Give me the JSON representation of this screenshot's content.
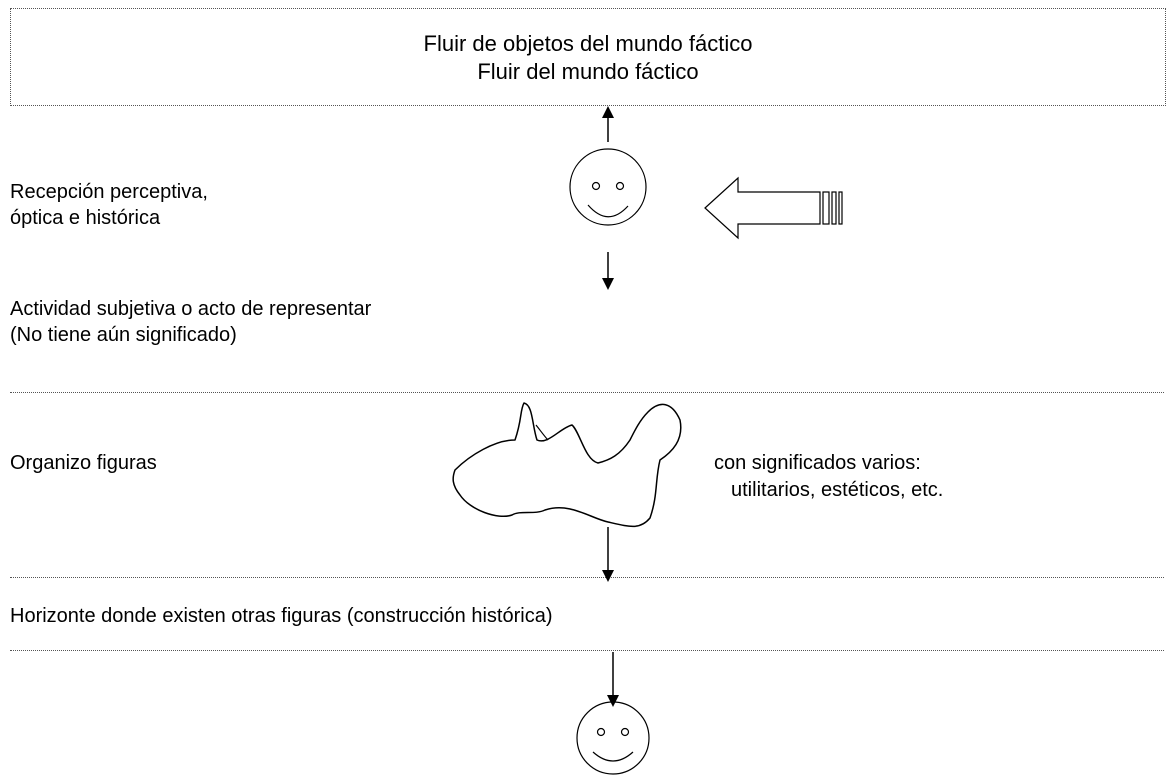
{
  "header": {
    "line1": "Fluir de objetos del mundo fáctico",
    "line2": "Fluir del mundo fáctico"
  },
  "reception": {
    "line1": "Recepción perceptiva,",
    "line2": "óptica e histórica"
  },
  "activity": {
    "line1": "Actividad subjetiva o acto de representar",
    "line2": "(No tiene aún significado)"
  },
  "organize": {
    "label": "Organizo figuras",
    "meaning1": "con significados varios:",
    "meaning2": "utilitarios, estéticos, etc."
  },
  "horizon": {
    "label": "Horizonte donde existen otras figuras (construcción histórica)"
  },
  "icons": [
    "smiley-face-icon",
    "block-arrow-left-icon",
    "irregular-figure-icon"
  ]
}
